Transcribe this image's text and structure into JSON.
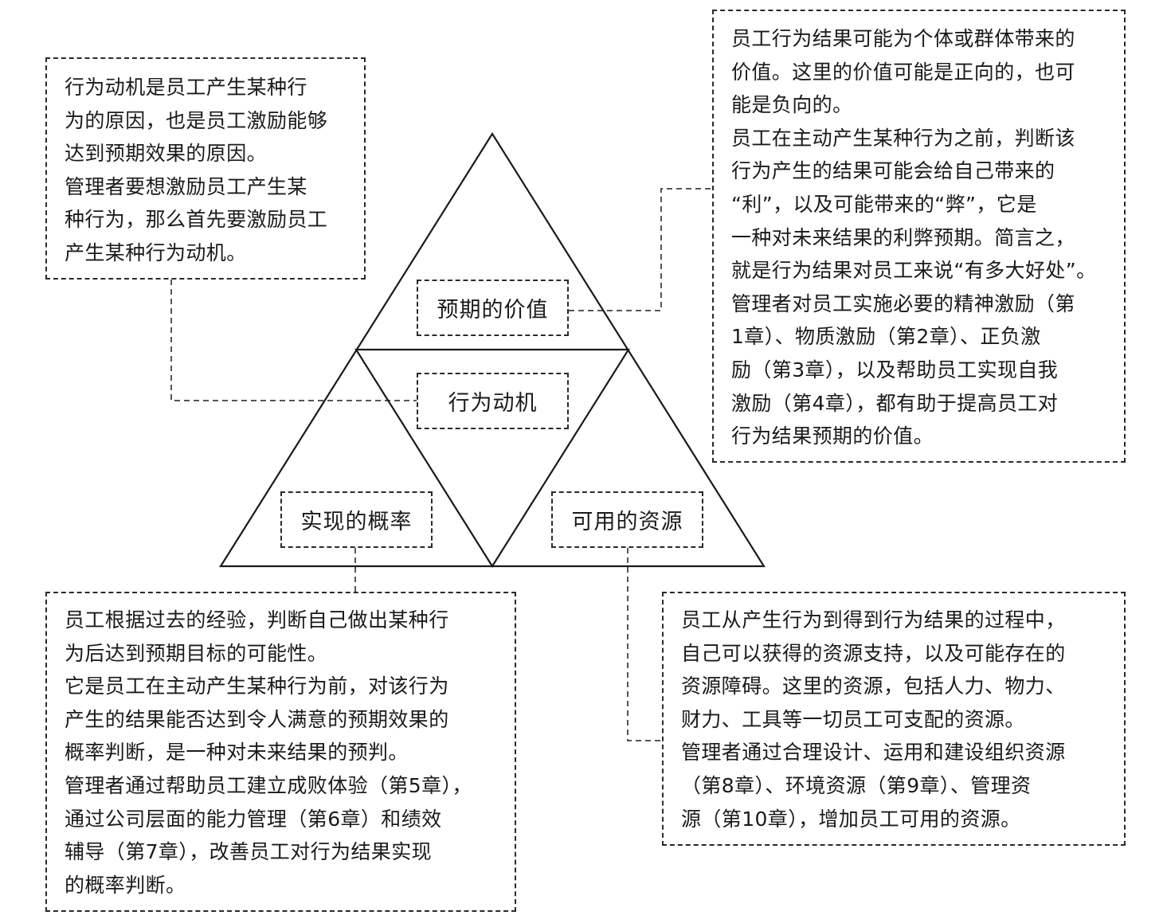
{
  "labels": {
    "value": "预期的价值",
    "motive": "行为动机",
    "probability": "实现的概率",
    "resources": "可用的资源"
  },
  "notes": {
    "motive": [
      "行为动机是员工产生某种行为的原因，也是员工激励能够达到预期效果的原因。",
      "管理者要想激励员工产生某种行为，那么首先要激励员工产生某种行为动机。"
    ],
    "value": [
      "员工行为结果可能为个体或群体带来的价值。这里的价值可能是正向的，也可能是负向的。",
      "员工在主动产生某种行为之前，判断该行为产生的结果可能会给自己带来的“利”，以及可能带来的“弊”，它是一种对未来结果的利弊预期。简言之，就是行为结果对员工来说“有多大好处”。",
      "管理者对员工实施必要的精神激励（第1章）、物质激励（第2章）、正负激励（第3章），以及帮助员工实现自我激励（第4章），都有助于提高员工对行为结果预期的价值。"
    ],
    "probability": [
      "员工根据过去的经验，判断自己做出某种行为后达到预期目标的可能性。",
      "它是员工在主动产生某种行为前，对该行为产生的结果能否达到令人满意的预期效果的概率判断，是一种对未来结果的预判。",
      "管理者通过帮助员工建立成败体验（第5章），通过公司层面的能力管理（第6章）和绩效辅导（第7章），改善员工对行为结果实现的概率判断。"
    ],
    "resources": [
      "员工从产生行为到得到行为结果的过程中，自己可以获得的资源支持，以及可能存在的资源障碍。这里的资源，包括人力、物力、财力、工具等一切员工可支配的资源。",
      "管理者通过合理设计、运用和建设组织资源（第8章）、环境资源（第9章）、管理资源（第10章），增加员工可用的资源。"
    ]
  },
  "display": {
    "motive": "行为动机是员工产生某种行\n为的原因，也是员工激励能够\n达到预期效果的原因。\n管理者要想激励员工产生某\n种行为，那么首先要激励员工\n产生某种行为动机。",
    "value": "员工行为结果可能为个体或群体带来的\n价值。这里的价值可能是正向的，也可\n能是负向的。\n员工在主动产生某种行为之前，判断该\n行为产生的结果可能会给自己带来的\n“利”，以及可能带来的“弊”，它是\n一种对未来结果的利弊预期。简言之，\n就是行为结果对员工来说“有多大好处”。\n管理者对员工实施必要的精神激励（第\n1章）、物质激励（第2章）、正负激\n励（第3章），以及帮助员工实现自我\n激励（第4章），都有助于提高员工对\n行为结果预期的价值。",
    "probability": "员工根据过去的经验，判断自己做出某种行\n为后达到预期目标的可能性。\n它是员工在主动产生某种行为前，对该行为\n产生的结果能否达到令人满意的预期效果的\n概率判断，是一种对未来结果的预判。\n管理者通过帮助员工建立成败体验（第5章），\n通过公司层面的能力管理（第6章）和绩效\n辅导（第7章），改善员工对行为结果实现\n的概率判断。",
    "resources": "员工从产生行为到得到行为结果的过程中，\n自己可以获得的资源支持，以及可能存在的\n资源障碍。这里的资源，包括人力、物力、\n财力、工具等一切员工可支配的资源。\n管理者通过合理设计、运用和建设组织资源\n（第8章）、环境资源（第9章）、管理资\n源（第10章），增加员工可用的资源。"
  }
}
